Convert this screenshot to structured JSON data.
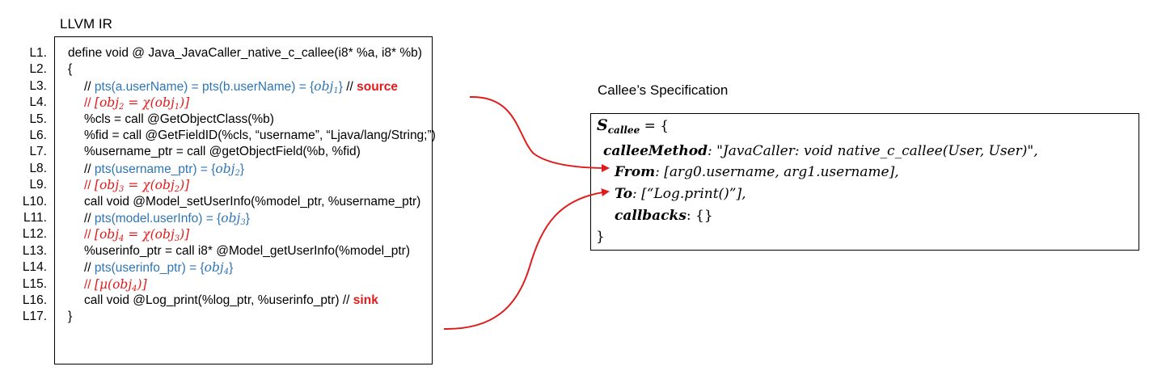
{
  "titles": {
    "ir": "LLVM IR",
    "spec": "Callee’s Specification"
  },
  "ir_lines": [
    {
      "num": "L1.",
      "indent": 0,
      "parts": [
        {
          "t": "define void @ Java_JavaCaller_native_c_callee(i8* %a, i8* %b)"
        }
      ]
    },
    {
      "num": "L2.",
      "indent": 0,
      "parts": [
        {
          "t": "{"
        }
      ]
    },
    {
      "num": "L3.",
      "indent": 1,
      "parts": [
        {
          "t": "// "
        },
        {
          "t": "pts(a.userName) = pts(b.userName) = {",
          "c": "blue"
        },
        {
          "t": "obj",
          "c": "blue",
          "m": 1
        },
        {
          "t": "1",
          "c": "blue",
          "s": 1
        },
        {
          "t": "}",
          "c": "blue"
        },
        {
          "t": " // "
        },
        {
          "t": "source",
          "c": "red",
          "b": 1
        }
      ]
    },
    {
      "num": "L4.",
      "indent": 1,
      "parts": [
        {
          "t": "// ",
          "c": "red"
        },
        {
          "t": "[obj",
          "c": "red",
          "m": 1
        },
        {
          "t": "2",
          "c": "red",
          "s": 1
        },
        {
          "t": " = χ(obj",
          "c": "red",
          "m": 1
        },
        {
          "t": "1",
          "c": "red",
          "s": 1
        },
        {
          "t": ")]",
          "c": "red",
          "m": 1
        }
      ]
    },
    {
      "num": "L5.",
      "indent": 1,
      "parts": [
        {
          "t": "%cls = call @GetObjectClass(%b)"
        }
      ]
    },
    {
      "num": "L6.",
      "indent": 1,
      "parts": [
        {
          "t": "%fid = call @GetFieldID(%cls, “username”, “Ljava/lang/String;”)"
        }
      ]
    },
    {
      "num": "L7.",
      "indent": 1,
      "parts": [
        {
          "t": "%username_ptr = call @getObjectField(%b, %fid)"
        }
      ]
    },
    {
      "num": "L8.",
      "indent": 1,
      "parts": [
        {
          "t": "// "
        },
        {
          "t": "pts(username_ptr) = {",
          "c": "blue"
        },
        {
          "t": "obj",
          "c": "blue",
          "m": 1
        },
        {
          "t": "2",
          "c": "blue",
          "s": 1
        },
        {
          "t": "}",
          "c": "blue"
        }
      ]
    },
    {
      "num": "L9.",
      "indent": 1,
      "parts": [
        {
          "t": "// ",
          "c": "red"
        },
        {
          "t": "[obj",
          "c": "red",
          "m": 1
        },
        {
          "t": "3",
          "c": "red",
          "s": 1
        },
        {
          "t": " = χ(obj",
          "c": "red",
          "m": 1
        },
        {
          "t": "2",
          "c": "red",
          "s": 1
        },
        {
          "t": ")]",
          "c": "red",
          "m": 1
        }
      ]
    },
    {
      "num": "L10.",
      "indent": 1,
      "parts": [
        {
          "t": "call void @Model_setUserInfo(%model_ptr, %username_ptr)"
        }
      ]
    },
    {
      "num": "L11.",
      "indent": 1,
      "parts": [
        {
          "t": "// "
        },
        {
          "t": "pts(model.userInfo) = {",
          "c": "blue"
        },
        {
          "t": "obj",
          "c": "blue",
          "m": 1
        },
        {
          "t": "3",
          "c": "blue",
          "s": 1
        },
        {
          "t": "}",
          "c": "blue"
        }
      ]
    },
    {
      "num": "L12.",
      "indent": 1,
      "parts": [
        {
          "t": "// ",
          "c": "red"
        },
        {
          "t": "[obj",
          "c": "red",
          "m": 1
        },
        {
          "t": "4",
          "c": "red",
          "s": 1
        },
        {
          "t": " = χ(obj",
          "c": "red",
          "m": 1
        },
        {
          "t": "3",
          "c": "red",
          "s": 1
        },
        {
          "t": ")]",
          "c": "red",
          "m": 1
        }
      ]
    },
    {
      "num": "L13.",
      "indent": 1,
      "parts": [
        {
          "t": "%userinfo_ptr = call i8* @Model_getUserInfo(%model_ptr)"
        }
      ]
    },
    {
      "num": "L14.",
      "indent": 1,
      "parts": [
        {
          "t": "// "
        },
        {
          "t": "pts(userinfo_ptr) = {",
          "c": "blue"
        },
        {
          "t": "obj",
          "c": "blue",
          "m": 1
        },
        {
          "t": "4",
          "c": "blue",
          "s": 1
        },
        {
          "t": "}",
          "c": "blue"
        }
      ]
    },
    {
      "num": "L15.",
      "indent": 1,
      "parts": [
        {
          "t": "// ",
          "c": "red"
        },
        {
          "t": "[μ(obj",
          "c": "red",
          "m": 1
        },
        {
          "t": "4",
          "c": "red",
          "s": 1
        },
        {
          "t": ")]",
          "c": "red",
          "m": 1
        }
      ]
    },
    {
      "num": "L16.",
      "indent": 1,
      "parts": [
        {
          "t": "call void @Log_print(%log_ptr, %userinfo_ptr) // "
        },
        {
          "t": "sink",
          "c": "red",
          "b": 1
        }
      ]
    },
    {
      "num": "L17.",
      "indent": 0,
      "parts": [
        {
          "t": "}"
        }
      ]
    }
  ],
  "spec": {
    "var": "S",
    "var_sub": "callee",
    "open": " = {",
    "method_key": "calleeMethod",
    "method_val": ": \"JavaCaller: void native_c_callee(User, User)\",",
    "from_key": "From",
    "from_val": ": [arg0.username, arg1.username],",
    "to_key": "To",
    "to_val": ": [“Log.print()”],",
    "callbacks_key": "callbacks",
    "callbacks_val": ": {}",
    "close": "}"
  },
  "colors": {
    "blue": "#2e75b6",
    "red": "#e01b1b"
  }
}
